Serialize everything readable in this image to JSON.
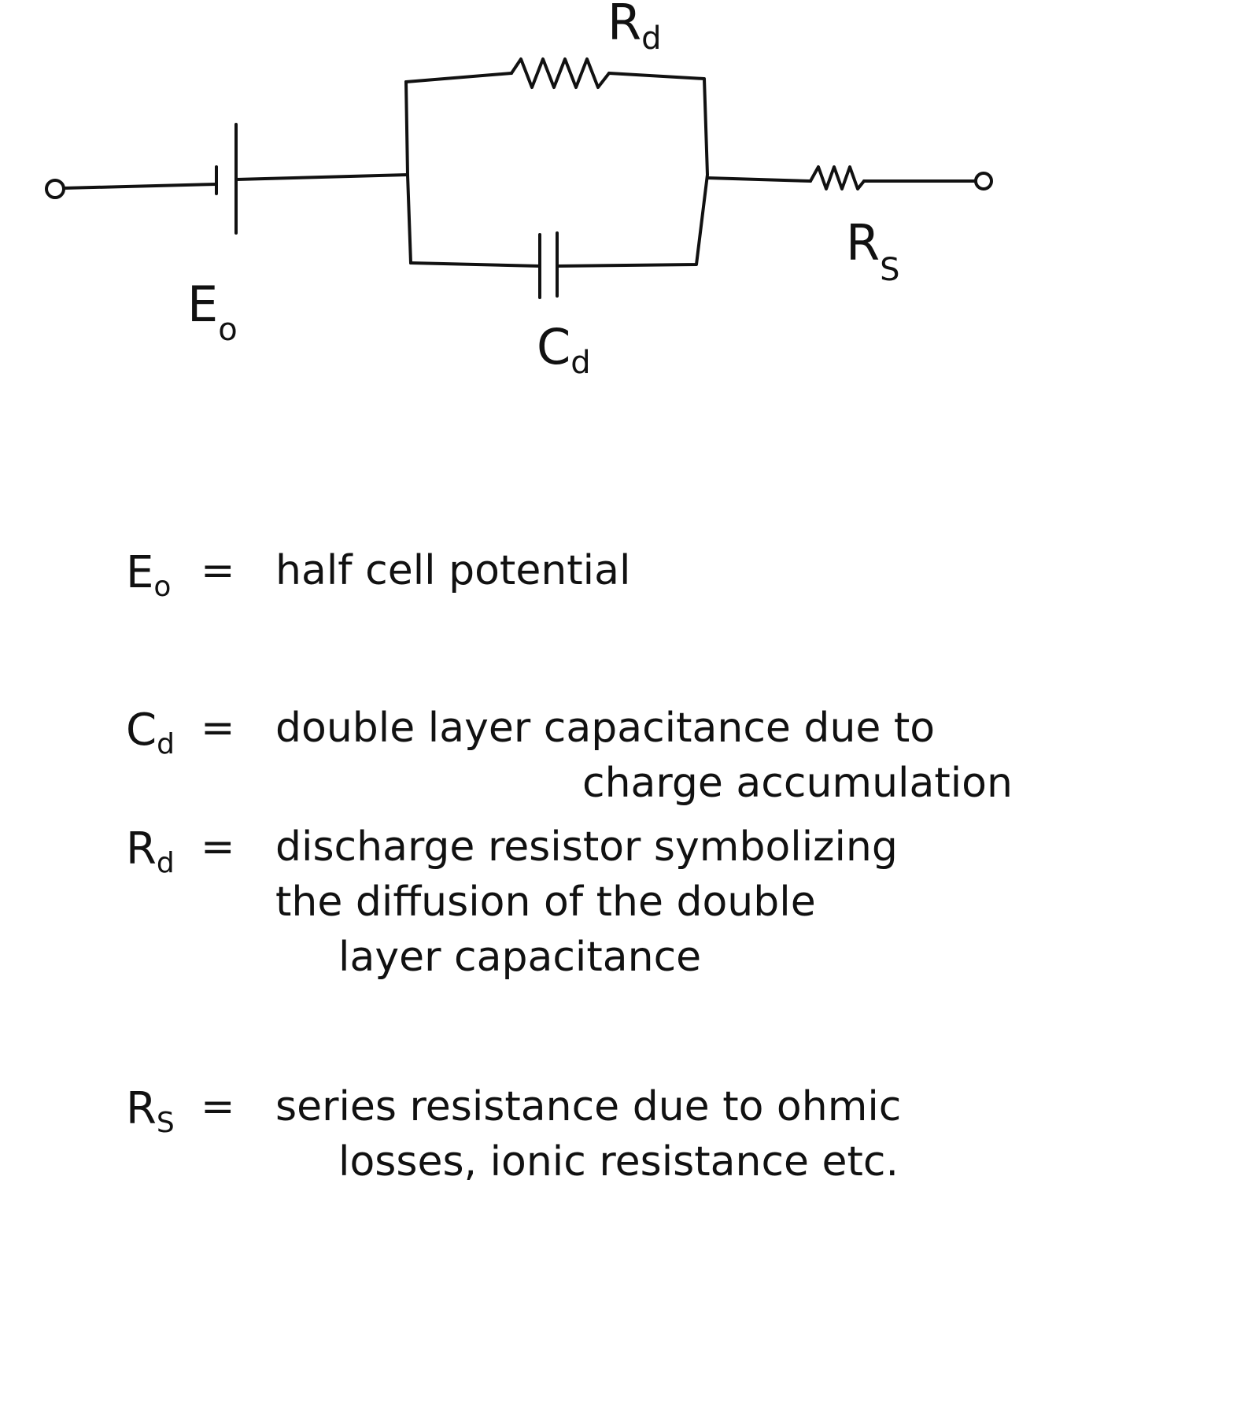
{
  "circuit": {
    "labels": {
      "rd": {
        "main": "R",
        "sub": "d"
      },
      "rs": {
        "main": "R",
        "sub": "S"
      },
      "eo": {
        "main": "E",
        "sub": "o"
      },
      "cd": {
        "main": "C",
        "sub": "d"
      }
    }
  },
  "definitions": {
    "eo": {
      "symbol": "E",
      "symbol_sub": "o",
      "equals": "=",
      "lines": [
        "half cell potential"
      ]
    },
    "cd": {
      "symbol": "C",
      "symbol_sub": "d",
      "equals": "=",
      "lines": [
        "double layer capacitance due to",
        "charge accumulation"
      ]
    },
    "rd": {
      "symbol": "R",
      "symbol_sub": "d",
      "equals": "=",
      "lines": [
        "discharge resistor symbolizing",
        "the diffusion of the double",
        "layer capacitance"
      ]
    },
    "rs": {
      "symbol": "R",
      "symbol_sub": "S",
      "equals": "=",
      "lines": [
        "series resistance due to ohmic",
        "losses, ionic resistance etc."
      ]
    }
  }
}
